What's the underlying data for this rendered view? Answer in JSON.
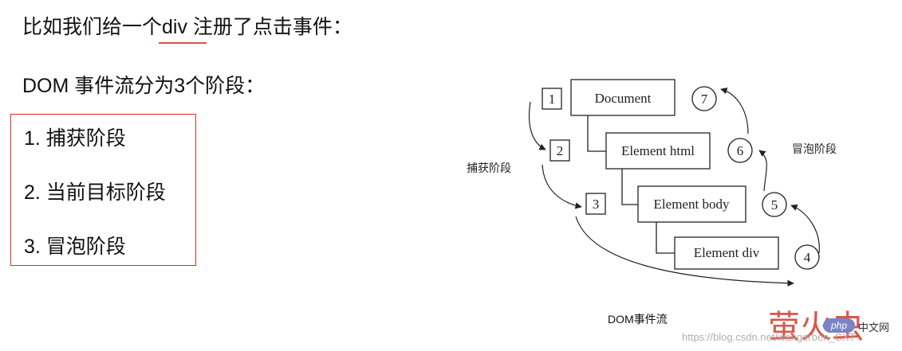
{
  "intro": "比如我们给一个div 注册了点击事件：",
  "dom_heading": "DOM 事件流分为3个阶段：",
  "phases": [
    "1. 捕获阶段",
    "2. 当前目标阶段",
    "3. 冒泡阶段"
  ],
  "diagram": {
    "nodes": [
      "Document",
      "Element html",
      "Element body",
      "Element div"
    ],
    "steps": [
      "1",
      "2",
      "3",
      "4",
      "5",
      "6",
      "7"
    ],
    "capture_label": "捕获阶段",
    "bubble_label": "冒泡阶段",
    "caption": "DOM事件流"
  },
  "watermark": {
    "logo": "萤火虫",
    "php": "php",
    "cn": "中文网",
    "url": "https://blog.csdn.net/wangerben_CXT"
  },
  "colors": {
    "highlight_border": "#d62b2b",
    "underline": "#d9534f"
  }
}
